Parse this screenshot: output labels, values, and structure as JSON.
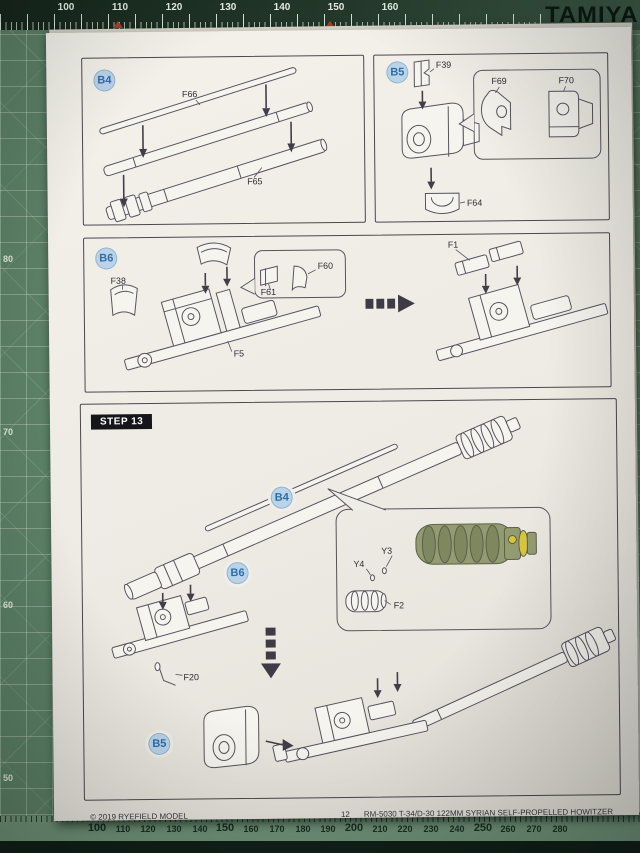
{
  "mat": {
    "brand": "TAMIYA",
    "top_ruler": [
      "100",
      "110",
      "120",
      "130",
      "140",
      "150",
      "160"
    ],
    "left_ruler": [
      "80",
      "70",
      "60",
      "50"
    ],
    "bottom_ruler": [
      "100",
      "110",
      "120",
      "130",
      "140",
      "150",
      "160",
      "170",
      "180",
      "190",
      "200",
      "210",
      "220",
      "230",
      "240",
      "250",
      "260",
      "270",
      "280"
    ],
    "colors": {
      "surface": "#5c8066",
      "band_dark": "#16271c",
      "marker_red": "#b5402f"
    }
  },
  "page": {
    "footer": {
      "copyright": "© 2019 RYEFIELD MODEL",
      "page_number": "12",
      "kit_title": "RM-5030 T-34/D-30 122MM SYRIAN SELF-PROPELLED HOWITZER"
    },
    "panels": {
      "b4": {
        "badge": "B4",
        "labels": {
          "f66": "F66",
          "f65": "F65"
        }
      },
      "b5": {
        "badge": "B5",
        "labels": {
          "f39": "F39",
          "f69": "F69",
          "f70": "F70",
          "f64": "F64"
        }
      },
      "b6": {
        "badge": "B6",
        "labels": {
          "f38": "F38",
          "f60": "F60",
          "f61": "F61",
          "f5": "F5",
          "f1": "F1"
        }
      },
      "step13": {
        "title": "STEP 13",
        "badges": {
          "b4": "B4",
          "b6": "B6",
          "b5": "B5"
        },
        "labels": {
          "y3": "Y3",
          "y4": "Y4",
          "f2": "F2",
          "f20": "F20"
        }
      }
    },
    "colors": {
      "badge_fill": "#b9d3e9",
      "badge_text": "#2f6ca8",
      "line_art": "#57525e",
      "paint_olive": "#939b72",
      "paint_yellow": "#d9c53b"
    }
  }
}
